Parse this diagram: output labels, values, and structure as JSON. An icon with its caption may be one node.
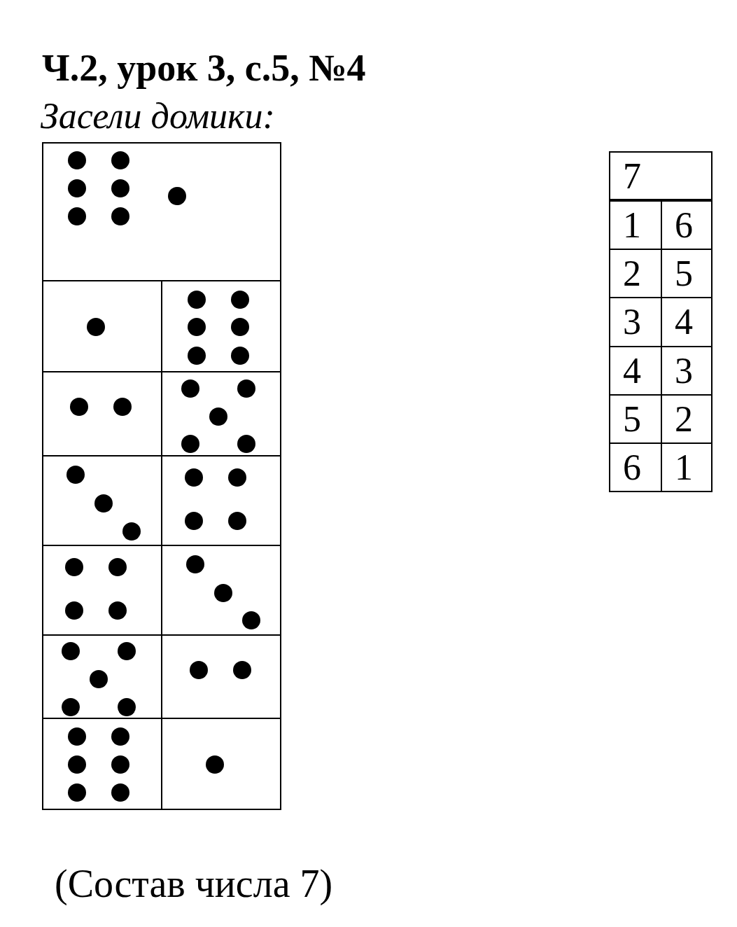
{
  "diagram": {
    "title": "Ч.2, урок 3, с.5, №4",
    "caption": "(Состав числа 7)",
    "labels": [
      "Засели домики:",
      "7",
      "1",
      "6",
      "2",
      "5",
      "3",
      "4",
      "4",
      "3",
      "5",
      "2",
      "6",
      "1"
    ]
  }
}
